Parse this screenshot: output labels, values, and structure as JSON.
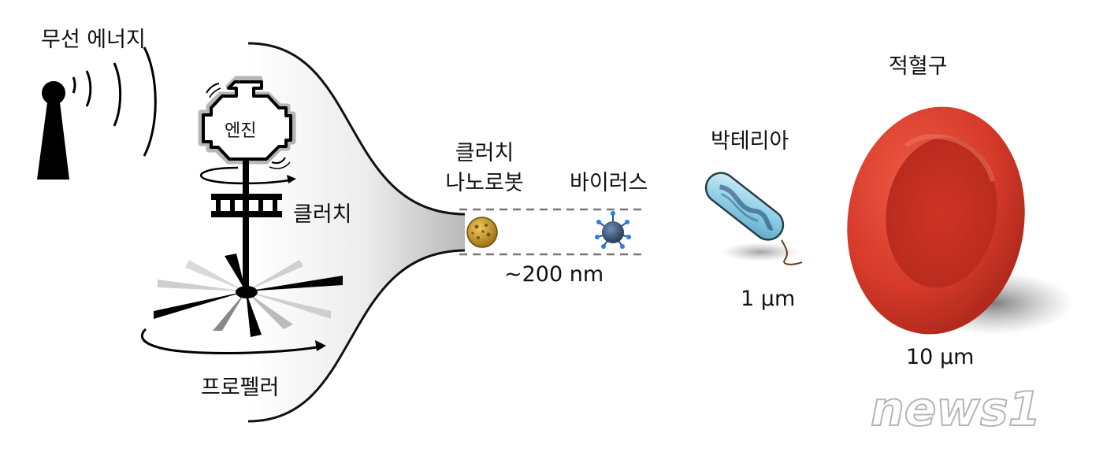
{
  "labels": {
    "wireless_energy": "무선 에너지",
    "engine": "엔진",
    "clutch": "클러치",
    "propeller": "프로펠러",
    "clutch_nanobot_line1": "클러치",
    "clutch_nanobot_line2": "나노로봇",
    "virus": "바이러스",
    "nanobot_scale": "~200 nm",
    "bacteria": "박테리아",
    "bacteria_scale": "1 μm",
    "red_blood_cell": "적혈구",
    "rbc_scale": "10 μm",
    "watermark": "news1"
  },
  "colors": {
    "rbc": "#d63a2a",
    "bacteria": "#8fd0e6",
    "nanobot": "#c9961f",
    "virus": "#3d5a80",
    "funnel": "#cfcfcf"
  },
  "icons": [
    "antenna-icon",
    "engine-icon",
    "clutch-icon",
    "propeller-icon",
    "nanobot-icon",
    "virus-icon",
    "bacteria-icon",
    "red-blood-cell-icon"
  ]
}
